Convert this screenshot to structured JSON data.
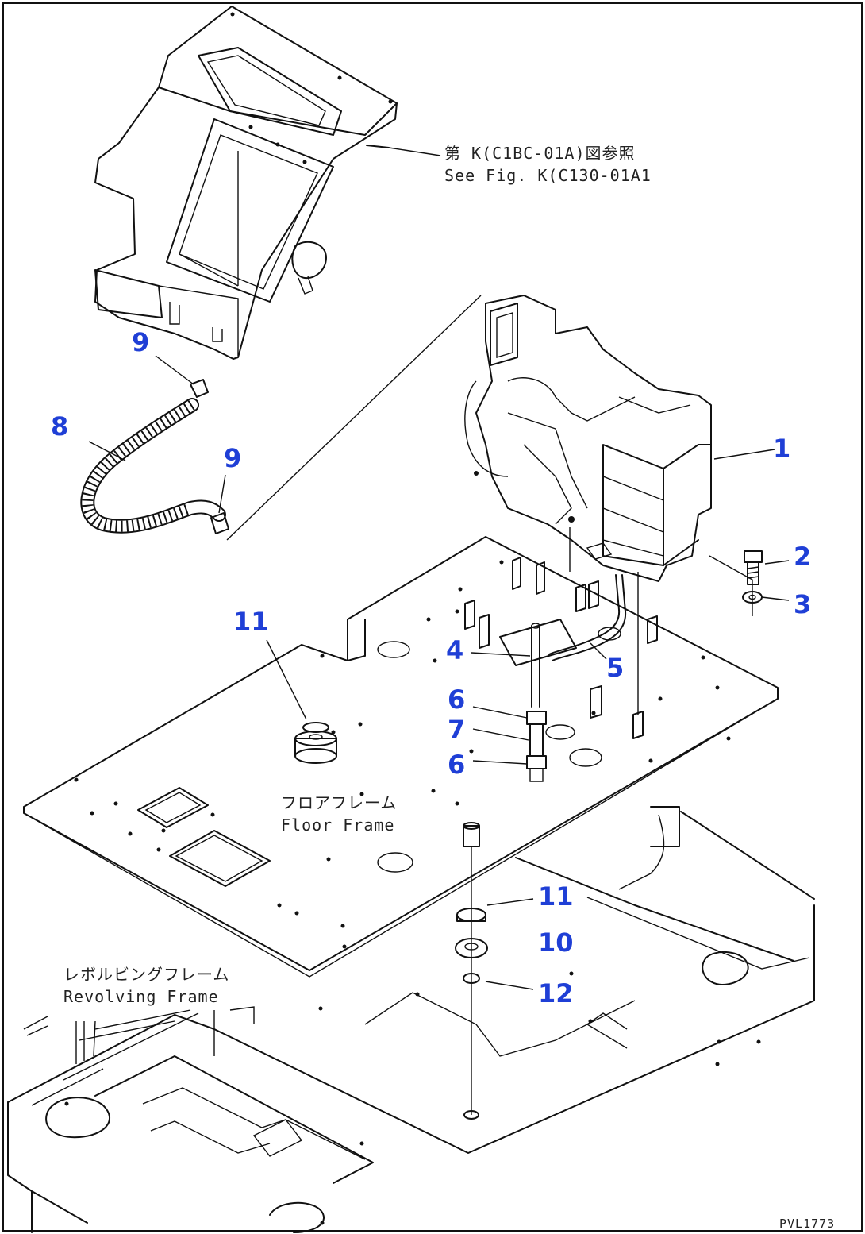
{
  "callouts": {
    "c1": "1",
    "c2": "2",
    "c3": "3",
    "c4": "4",
    "c5": "5",
    "c6a": "6",
    "c7": "7",
    "c6b": "6",
    "c8": "8",
    "c9a": "9",
    "c9b": "9",
    "c10": "10",
    "c11a": "11",
    "c11b": "11",
    "c12": "12"
  },
  "notes": {
    "see_fig_jp": "第 K(C1BC-01A)図参照",
    "see_fig_en": "See Fig. K(C130-01A1",
    "floor_frame_jp": "フロアフレーム",
    "floor_frame_en": "Floor Frame",
    "revolving_frame_jp": "レボルビングフレーム",
    "revolving_frame_en": "Revolving Frame",
    "drawing_code": "PVL1773"
  }
}
